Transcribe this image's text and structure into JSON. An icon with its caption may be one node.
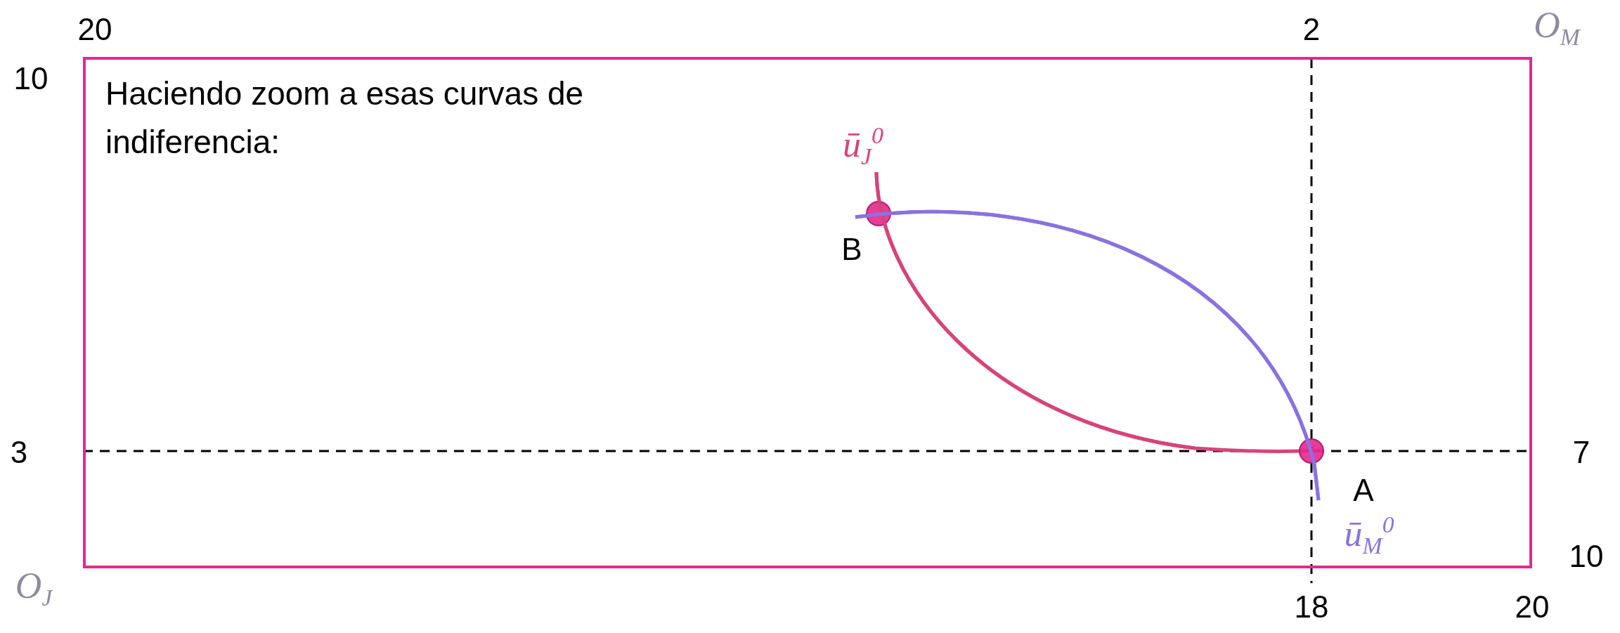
{
  "diagram": {
    "nodes": [
      {
        "text": [
          "Haciendo zoom a esas curvas de indiferencia:"
        ]
      }
    ],
    "labels": [
      "20",
      "2",
      "O$_{M}$",
      "10",
      "ū$_{J}$$^{0}$",
      "B",
      "3",
      "7",
      "A",
      "ū$_{M}$$^{0}$",
      "10",
      "O$_{J}$",
      "18",
      "20"
    ]
  }
}
